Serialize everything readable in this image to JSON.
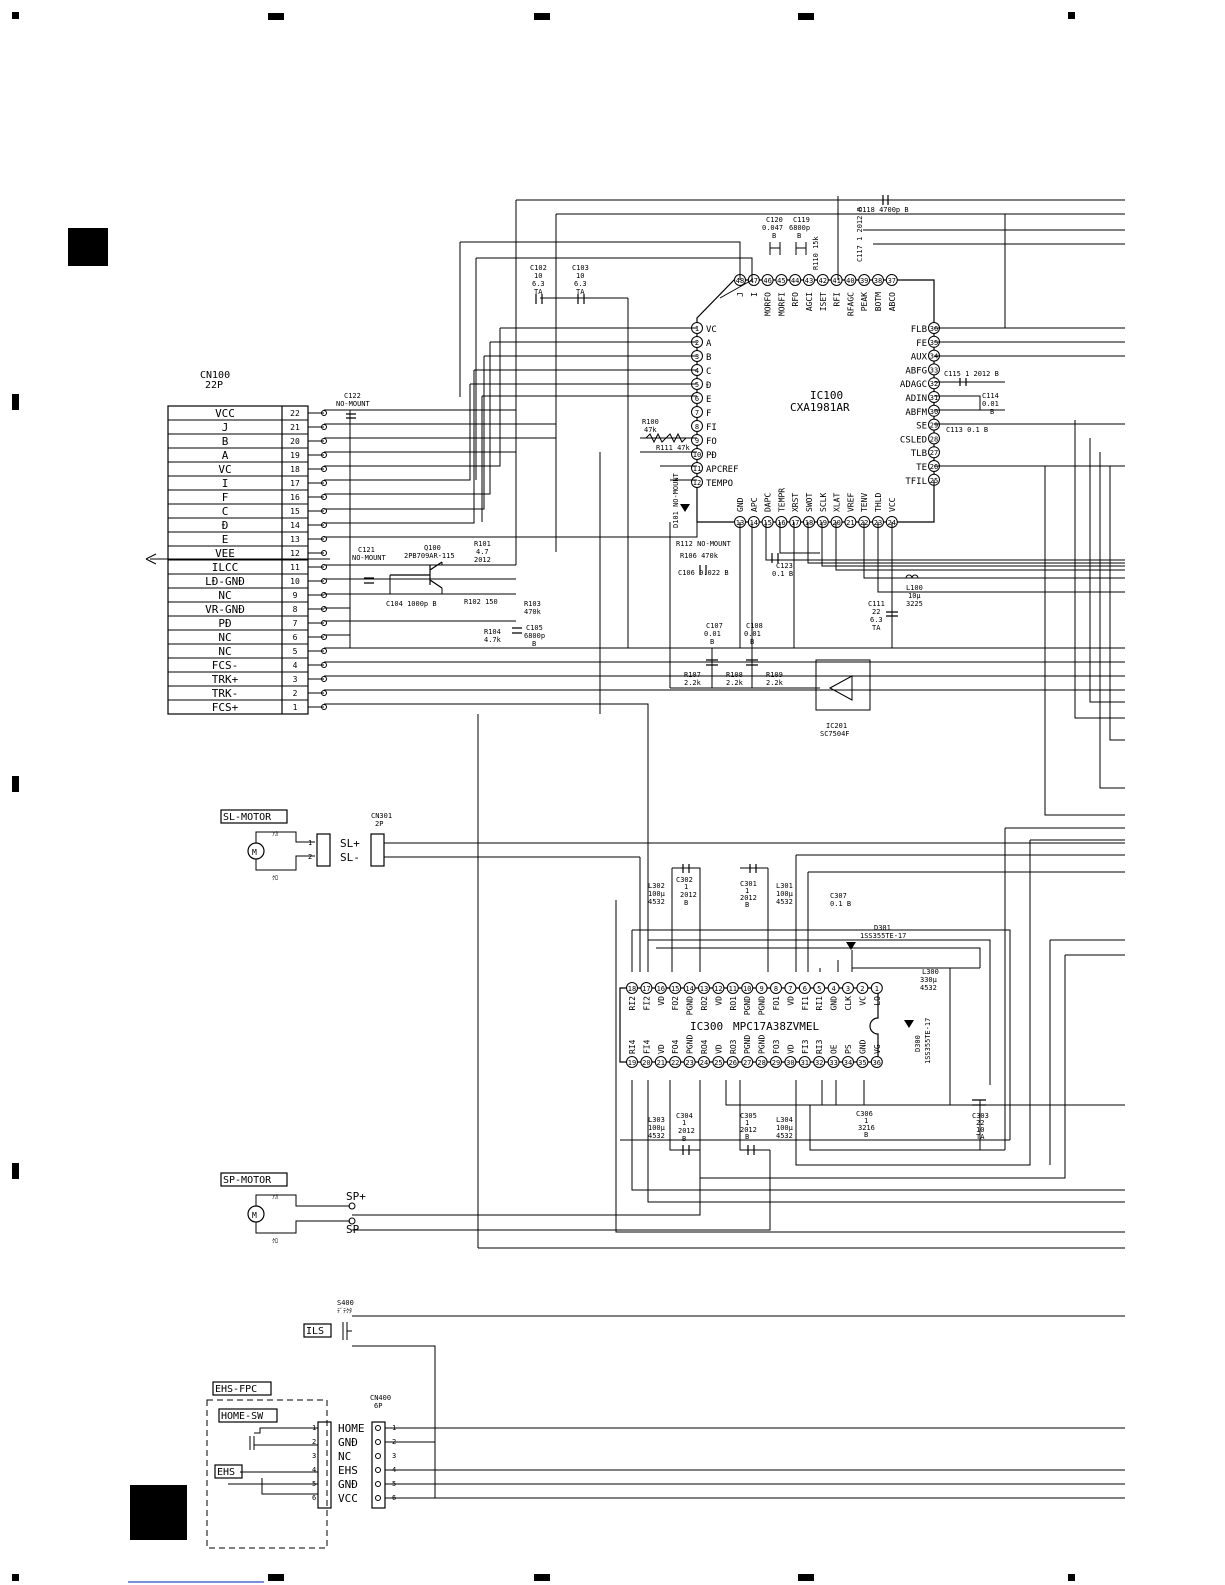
{
  "cn100": {
    "ref": "CN100",
    "pins_label": "22P",
    "rows": [
      {
        "name": "VCC",
        "pin": "22"
      },
      {
        "name": "J",
        "pin": "21"
      },
      {
        "name": "B",
        "pin": "20"
      },
      {
        "name": "A",
        "pin": "19"
      },
      {
        "name": "VC",
        "pin": "18"
      },
      {
        "name": "I",
        "pin": "17"
      },
      {
        "name": "F",
        "pin": "16"
      },
      {
        "name": "C",
        "pin": "15"
      },
      {
        "name": "Đ",
        "pin": "14"
      },
      {
        "name": "E",
        "pin": "13"
      },
      {
        "name": "VEE",
        "pin": "12"
      },
      {
        "name": "ILCC",
        "pin": "11"
      },
      {
        "name": "LĐ-GNĐ",
        "pin": "10"
      },
      {
        "name": "NC",
        "pin": "9"
      },
      {
        "name": "VR-GNĐ",
        "pin": "8"
      },
      {
        "name": "PĐ",
        "pin": "7"
      },
      {
        "name": "NC",
        "pin": "6"
      },
      {
        "name": "NC",
        "pin": "5"
      },
      {
        "name": "FCS-",
        "pin": "4"
      },
      {
        "name": "TRK+",
        "pin": "3"
      },
      {
        "name": "TRK-",
        "pin": "2"
      },
      {
        "name": "FCS+",
        "pin": "1"
      }
    ]
  },
  "ic100": {
    "ref": "IC100",
    "part": "CXA1981AR",
    "left_pins": [
      {
        "n": "1",
        "name": "VC"
      },
      {
        "n": "2",
        "name": "A"
      },
      {
        "n": "3",
        "name": "B"
      },
      {
        "n": "4",
        "name": "C"
      },
      {
        "n": "5",
        "name": "Đ"
      },
      {
        "n": "6",
        "name": "E"
      },
      {
        "n": "7",
        "name": "F"
      },
      {
        "n": "8",
        "name": "FI"
      },
      {
        "n": "9",
        "name": "FO"
      },
      {
        "n": "10",
        "name": "PĐ"
      },
      {
        "n": "11",
        "name": "APCREF"
      },
      {
        "n": "12",
        "name": "TEMPO"
      }
    ],
    "top_pins": [
      {
        "n": "48",
        "name": "J"
      },
      {
        "n": "47",
        "name": "I"
      },
      {
        "n": "46",
        "name": "MORFO"
      },
      {
        "n": "45",
        "name": "MORFI"
      },
      {
        "n": "44",
        "name": "RFO"
      },
      {
        "n": "43",
        "name": "AGCI"
      },
      {
        "n": "42",
        "name": "ISET"
      },
      {
        "n": "41",
        "name": "RFI"
      },
      {
        "n": "40",
        "name": "RFAGC"
      },
      {
        "n": "39",
        "name": "PEAK"
      },
      {
        "n": "38",
        "name": "BOTM"
      },
      {
        "n": "37",
        "name": "ABCO"
      }
    ],
    "right_pins": [
      {
        "n": "36",
        "name": "FLB"
      },
      {
        "n": "35",
        "name": "FE"
      },
      {
        "n": "34",
        "name": "AUX"
      },
      {
        "n": "33",
        "name": "ABFG"
      },
      {
        "n": "32",
        "name": "ADAGC"
      },
      {
        "n": "31",
        "name": "ADIN"
      },
      {
        "n": "30",
        "name": "ABFM"
      },
      {
        "n": "29",
        "name": "SE"
      },
      {
        "n": "28",
        "name": "CSLED"
      },
      {
        "n": "27",
        "name": "TLB"
      },
      {
        "n": "26",
        "name": "TE"
      },
      {
        "n": "25",
        "name": "TFIL"
      }
    ],
    "bottom_pins": [
      {
        "n": "13",
        "name": "GND"
      },
      {
        "n": "14",
        "name": "APC"
      },
      {
        "n": "15",
        "name": "DAPC"
      },
      {
        "n": "16",
        "name": "TEMPR"
      },
      {
        "n": "17",
        "name": "XRST"
      },
      {
        "n": "18",
        "name": "SWOT"
      },
      {
        "n": "19",
        "name": "SCLK"
      },
      {
        "n": "20",
        "name": "XLAT"
      },
      {
        "n": "21",
        "name": "VREF"
      },
      {
        "n": "22",
        "name": "TENV"
      },
      {
        "n": "23",
        "name": "THLD"
      },
      {
        "n": "24",
        "name": "VCC"
      }
    ]
  },
  "ic300": {
    "ref": "IC300",
    "part": "MPC17A38ZVMEL",
    "top_pins": [
      {
        "n": "18",
        "name": "RI2"
      },
      {
        "n": "17",
        "name": "FI2"
      },
      {
        "n": "16",
        "name": "VD"
      },
      {
        "n": "15",
        "name": "FO2"
      },
      {
        "n": "14",
        "name": "PGND"
      },
      {
        "n": "13",
        "name": "RO2"
      },
      {
        "n": "12",
        "name": "VD"
      },
      {
        "n": "11",
        "name": "RO1"
      },
      {
        "n": "10",
        "name": "PGND"
      },
      {
        "n": "9",
        "name": "PGND"
      },
      {
        "n": "8",
        "name": "FO1"
      },
      {
        "n": "7",
        "name": "VD"
      },
      {
        "n": "6",
        "name": "FI1"
      },
      {
        "n": "5",
        "name": "RI1"
      },
      {
        "n": "4",
        "name": "GND"
      },
      {
        "n": "3",
        "name": "CLK"
      },
      {
        "n": "2",
        "name": "VC"
      },
      {
        "n": "1",
        "name": "LO"
      }
    ],
    "bottom_pins": [
      {
        "n": "19",
        "name": "RI4"
      },
      {
        "n": "20",
        "name": "FI4"
      },
      {
        "n": "21",
        "name": "VD"
      },
      {
        "n": "22",
        "name": "FO4"
      },
      {
        "n": "23",
        "name": "PGND"
      },
      {
        "n": "24",
        "name": "RO4"
      },
      {
        "n": "25",
        "name": "VD"
      },
      {
        "n": "26",
        "name": "RO3"
      },
      {
        "n": "27",
        "name": "PGND"
      },
      {
        "n": "28",
        "name": "PGND"
      },
      {
        "n": "29",
        "name": "FO3"
      },
      {
        "n": "30",
        "name": "VD"
      },
      {
        "n": "31",
        "name": "FI3"
      },
      {
        "n": "32",
        "name": "RI3"
      },
      {
        "n": "33",
        "name": "OE"
      },
      {
        "n": "34",
        "name": "PS"
      },
      {
        "n": "35",
        "name": "GND"
      },
      {
        "n": "36",
        "name": "VG"
      }
    ]
  },
  "labels": {
    "sl_motor": "SL-MOTOR",
    "sp_motor": "SP-MOTOR",
    "sl_plus": "SL+",
    "sl_minus": "SL-",
    "sp_plus": "SP+",
    "sp_minus": "SP-",
    "cn301": "CN301",
    "cn301_pins": "2P",
    "motor_symbol": "M",
    "ils": "ILS",
    "s400": "S400",
    "s400_sub": "ﾃﾞﾃｸﾀ",
    "ehs_fpc": "EHS-FPC",
    "home_sw": "HOME-SW",
    "ehs": "EHS",
    "cn400": "CN400",
    "cn400_pins": "6P",
    "ic201_ref": "IC201",
    "ic201_part": "SC7504F",
    "q100_ref": "Q100",
    "q100_part": "2PB709AR-115",
    "d301_ref": "D301",
    "d301_part": "1SS355TE-17",
    "d300_ref": "D300",
    "d300_part": "1SS355TE-17",
    "red_wire": "ｱｶ",
    "black_wire": "ｸﾛ"
  },
  "cn400_rows": [
    {
      "name": "HOME",
      "pin": "1"
    },
    {
      "name": "GNĐ",
      "pin": "2"
    },
    {
      "name": "NC",
      "pin": "3"
    },
    {
      "name": "EHS",
      "pin": "4"
    },
    {
      "name": "GNĐ",
      "pin": "5"
    },
    {
      "name": "VCC",
      "pin": "6"
    }
  ],
  "components": {
    "c118": "C118 4700p B",
    "c120a": "C120",
    "c120b": "0.047",
    "c120c": "B",
    "c119a": "C119",
    "c119b": "6800p",
    "c119c": "B",
    "r110": "R110 15k",
    "c117": "C117 1 2012 B",
    "c102a": "C102",
    "c102b": "10",
    "c102c": "6.3",
    "c102d": "TA",
    "c103a": "C103",
    "c103b": "10",
    "c103c": "6.3",
    "c103d": "TA",
    "c122a": "C122",
    "c122b": "NO-MOUNT",
    "c121a": "C121",
    "c121b": "NO-MOUNT",
    "r101a": "R101",
    "r101b": "4.7",
    "r101c": "2012",
    "c104": "C104 1000p B",
    "r102": "R102 150",
    "r103a": "R103",
    "r103b": "470k",
    "r104a": "R104",
    "r104b": "4.7k",
    "c105a": "C105",
    "c105b": "6800p",
    "c105c": "B",
    "r100a": "R100",
    "r100b": "47k",
    "r111": "R111 47k",
    "d101": "D101 NO-MOUNT",
    "r112": "R112 NO-MOUNT",
    "r106": "R106 470k",
    "c106": "C106 0.022 B",
    "c123a": "C123",
    "c123b": "0.1 B",
    "c115": "C115 1 2012 B",
    "c114a": "C114",
    "c114b": "0.01",
    "c114c": "B",
    "c113": "C113 0.1 B",
    "l100a": "L100",
    "l100b": "10μ",
    "l100c": "3225",
    "c111a": "C111",
    "c111b": "22",
    "c111c": "6.3",
    "c111d": "TA",
    "c107a": "C107",
    "c107b": "0.01",
    "c107c": "B",
    "c108a": "C108",
    "c108b": "0.01",
    "c108c": "B",
    "r107a": "R107",
    "r107b": "2.2k",
    "r108a": "R108",
    "r108b": "2.2k",
    "r109a": "R109",
    "r109b": "2.2k",
    "l302a": "L302",
    "l302b": "100μ",
    "l302c": "4532",
    "c302a": "C302",
    "c302b": "1",
    "c302c": "2012",
    "c302d": "B",
    "c301a": "C301",
    "c301b": "1",
    "c301c": "2012",
    "c301d": "B",
    "l301a": "L301",
    "l301b": "100μ",
    "l301c": "4532",
    "c307a": "C307",
    "c307b": "0.1 B",
    "l300a": "L300",
    "l300b": "330μ",
    "l300c": "4532",
    "l303a": "L303",
    "l303b": "100μ",
    "l303c": "4532",
    "c304a": "C304",
    "c304b": "1",
    "c304c": "2012",
    "c304d": "B",
    "c305a": "C305",
    "c305b": "1",
    "c305c": "2012",
    "c305d": "B",
    "l304a": "L304",
    "l304b": "100μ",
    "l304c": "4532",
    "c306a": "C306",
    "c306b": "1",
    "c306c": "3216",
    "c306d": "B",
    "c303a": "C303",
    "c303b": "22",
    "c303c": "10",
    "c303d": "TA"
  }
}
